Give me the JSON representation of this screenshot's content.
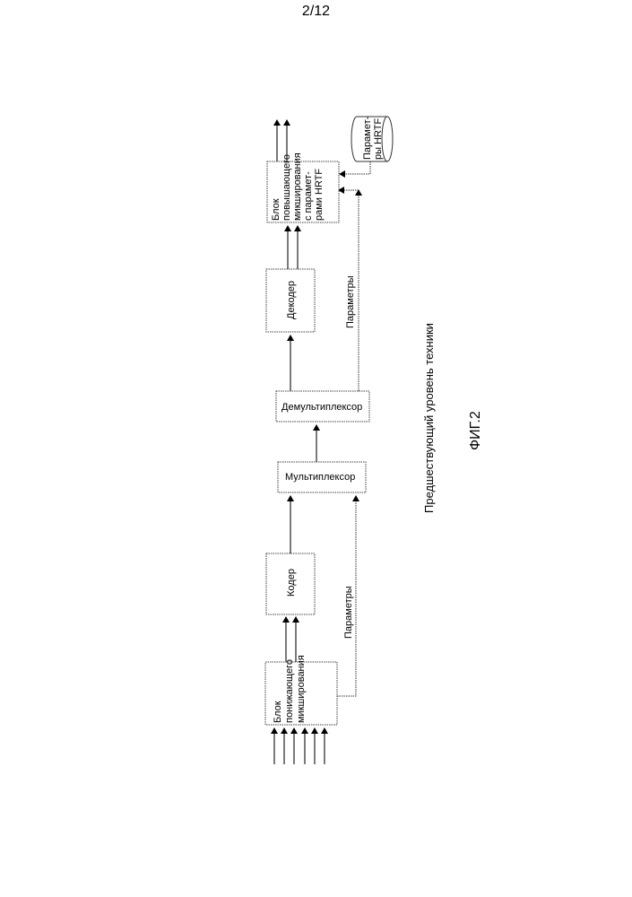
{
  "page_number": "2/12",
  "blocks": {
    "downmix": [
      "Блок",
      "понижающего",
      "микширования"
    ],
    "encoder": "Кодер",
    "multiplexer": "Мультиплексор",
    "demultiplexer": "Демультиплексор",
    "decoder": "Декодер",
    "upmix": [
      "Блок",
      "повышающего",
      "микширования",
      "с парамет-",
      "рами HRTF"
    ],
    "hrtf_params": [
      "Парамет-",
      "ры HRTF"
    ]
  },
  "labels": {
    "params_lower": "Параметры",
    "params_upper": "Параметры"
  },
  "caption": "Предшествующий уровень техники",
  "figure": "ФИГ.2"
}
